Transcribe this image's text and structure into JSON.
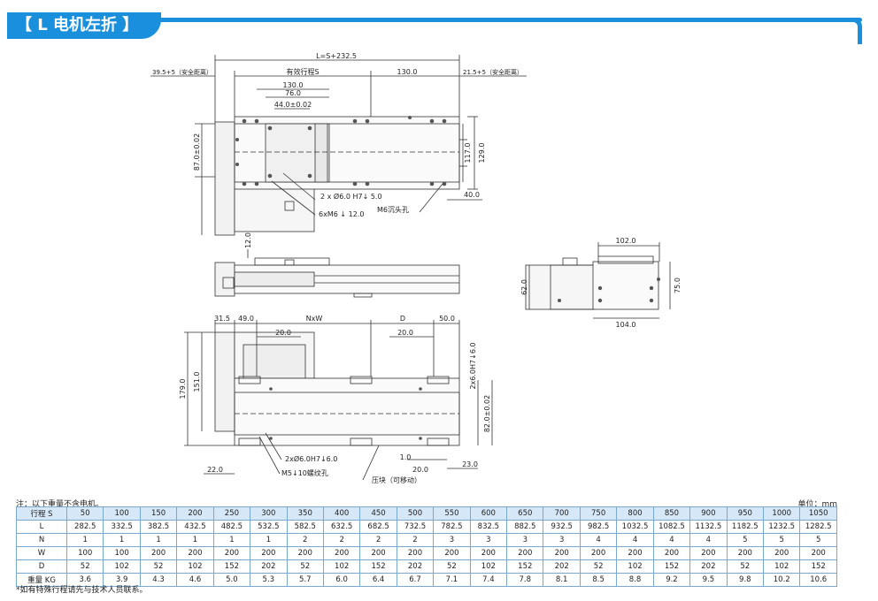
{
  "title": "【 L 电机左折 】",
  "dims": {
    "L": "L=S+232.5",
    "left_safe": "39.5+5（安全距离）",
    "stroke": "有效行程S",
    "d130_top": "130.0",
    "right_safe": "21.5+5（安全距离）",
    "d130_a": "130.0",
    "d76": "76.0",
    "d44": "44.0±0.02",
    "d87": "87.0±0.02",
    "d117": "117.0",
    "d129": "129.0",
    "d40": "40.0",
    "pin": "2 x Ø6.0 H7↓ 5.0",
    "m6x": "6xM6 ↓ 12.0",
    "m6c": "M6沉头孔",
    "d12": "12.0",
    "d102": "102.0",
    "d62": "62.0",
    "d75": "75.0",
    "d104": "104.0",
    "d315": "31.5",
    "d49": "49.0",
    "nxw": "NxW",
    "dD": "D",
    "d50": "50.0",
    "d20a": "20.0",
    "d20b": "20.0",
    "d179": "179.0",
    "d151": "151.0",
    "pin_r": "2x6.0H7↓6.0",
    "d82": "82.0±0.02",
    "pin_b": "2xØ6.0H7↓6.0",
    "d1": "1.0",
    "d23": "23.0",
    "d22": "22.0",
    "d20c": "20.0",
    "m5": "M5↓10螺纹孔",
    "block": "压块（可移动）"
  },
  "note_top": "注：以下重量不含电机。",
  "unit": "单位：mm",
  "table": {
    "rows": [
      [
        "行程 S",
        "50",
        "100",
        "150",
        "200",
        "250",
        "300",
        "350",
        "400",
        "450",
        "500",
        "550",
        "600",
        "650",
        "700",
        "750",
        "800",
        "850",
        "900",
        "950",
        "1000",
        "1050"
      ],
      [
        "L",
        "282.5",
        "332.5",
        "382.5",
        "432.5",
        "482.5",
        "532.5",
        "582.5",
        "632.5",
        "682.5",
        "732.5",
        "782.5",
        "832.5",
        "882.5",
        "932.5",
        "982.5",
        "1032.5",
        "1082.5",
        "1132.5",
        "1182.5",
        "1232.5",
        "1282.5"
      ],
      [
        "N",
        "1",
        "1",
        "1",
        "1",
        "1",
        "1",
        "2",
        "2",
        "2",
        "2",
        "3",
        "3",
        "3",
        "3",
        "4",
        "4",
        "4",
        "4",
        "5",
        "5",
        "5"
      ],
      [
        "W",
        "100",
        "100",
        "200",
        "200",
        "200",
        "200",
        "200",
        "200",
        "200",
        "200",
        "200",
        "200",
        "200",
        "200",
        "200",
        "200",
        "200",
        "200",
        "200",
        "200",
        "200"
      ],
      [
        "D",
        "52",
        "102",
        "52",
        "102",
        "152",
        "202",
        "52",
        "102",
        "152",
        "202",
        "52",
        "102",
        "152",
        "202",
        "52",
        "102",
        "152",
        "202",
        "52",
        "102",
        "152"
      ],
      [
        "重量 KG",
        "3.6",
        "3.9",
        "4.3",
        "4.6",
        "5.0",
        "5.3",
        "5.7",
        "6.0",
        "6.4",
        "6.7",
        "7.1",
        "7.4",
        "7.8",
        "8.1",
        "8.5",
        "8.8",
        "9.2",
        "9.5",
        "9.8",
        "10.2",
        "10.6"
      ]
    ]
  },
  "note_bottom": "*如有特殊行程请先与技术人员联系。",
  "colors": {
    "accent": "#1a8fdc",
    "table_header": "#d6e7f7",
    "table_border": "#7aa9cf"
  }
}
